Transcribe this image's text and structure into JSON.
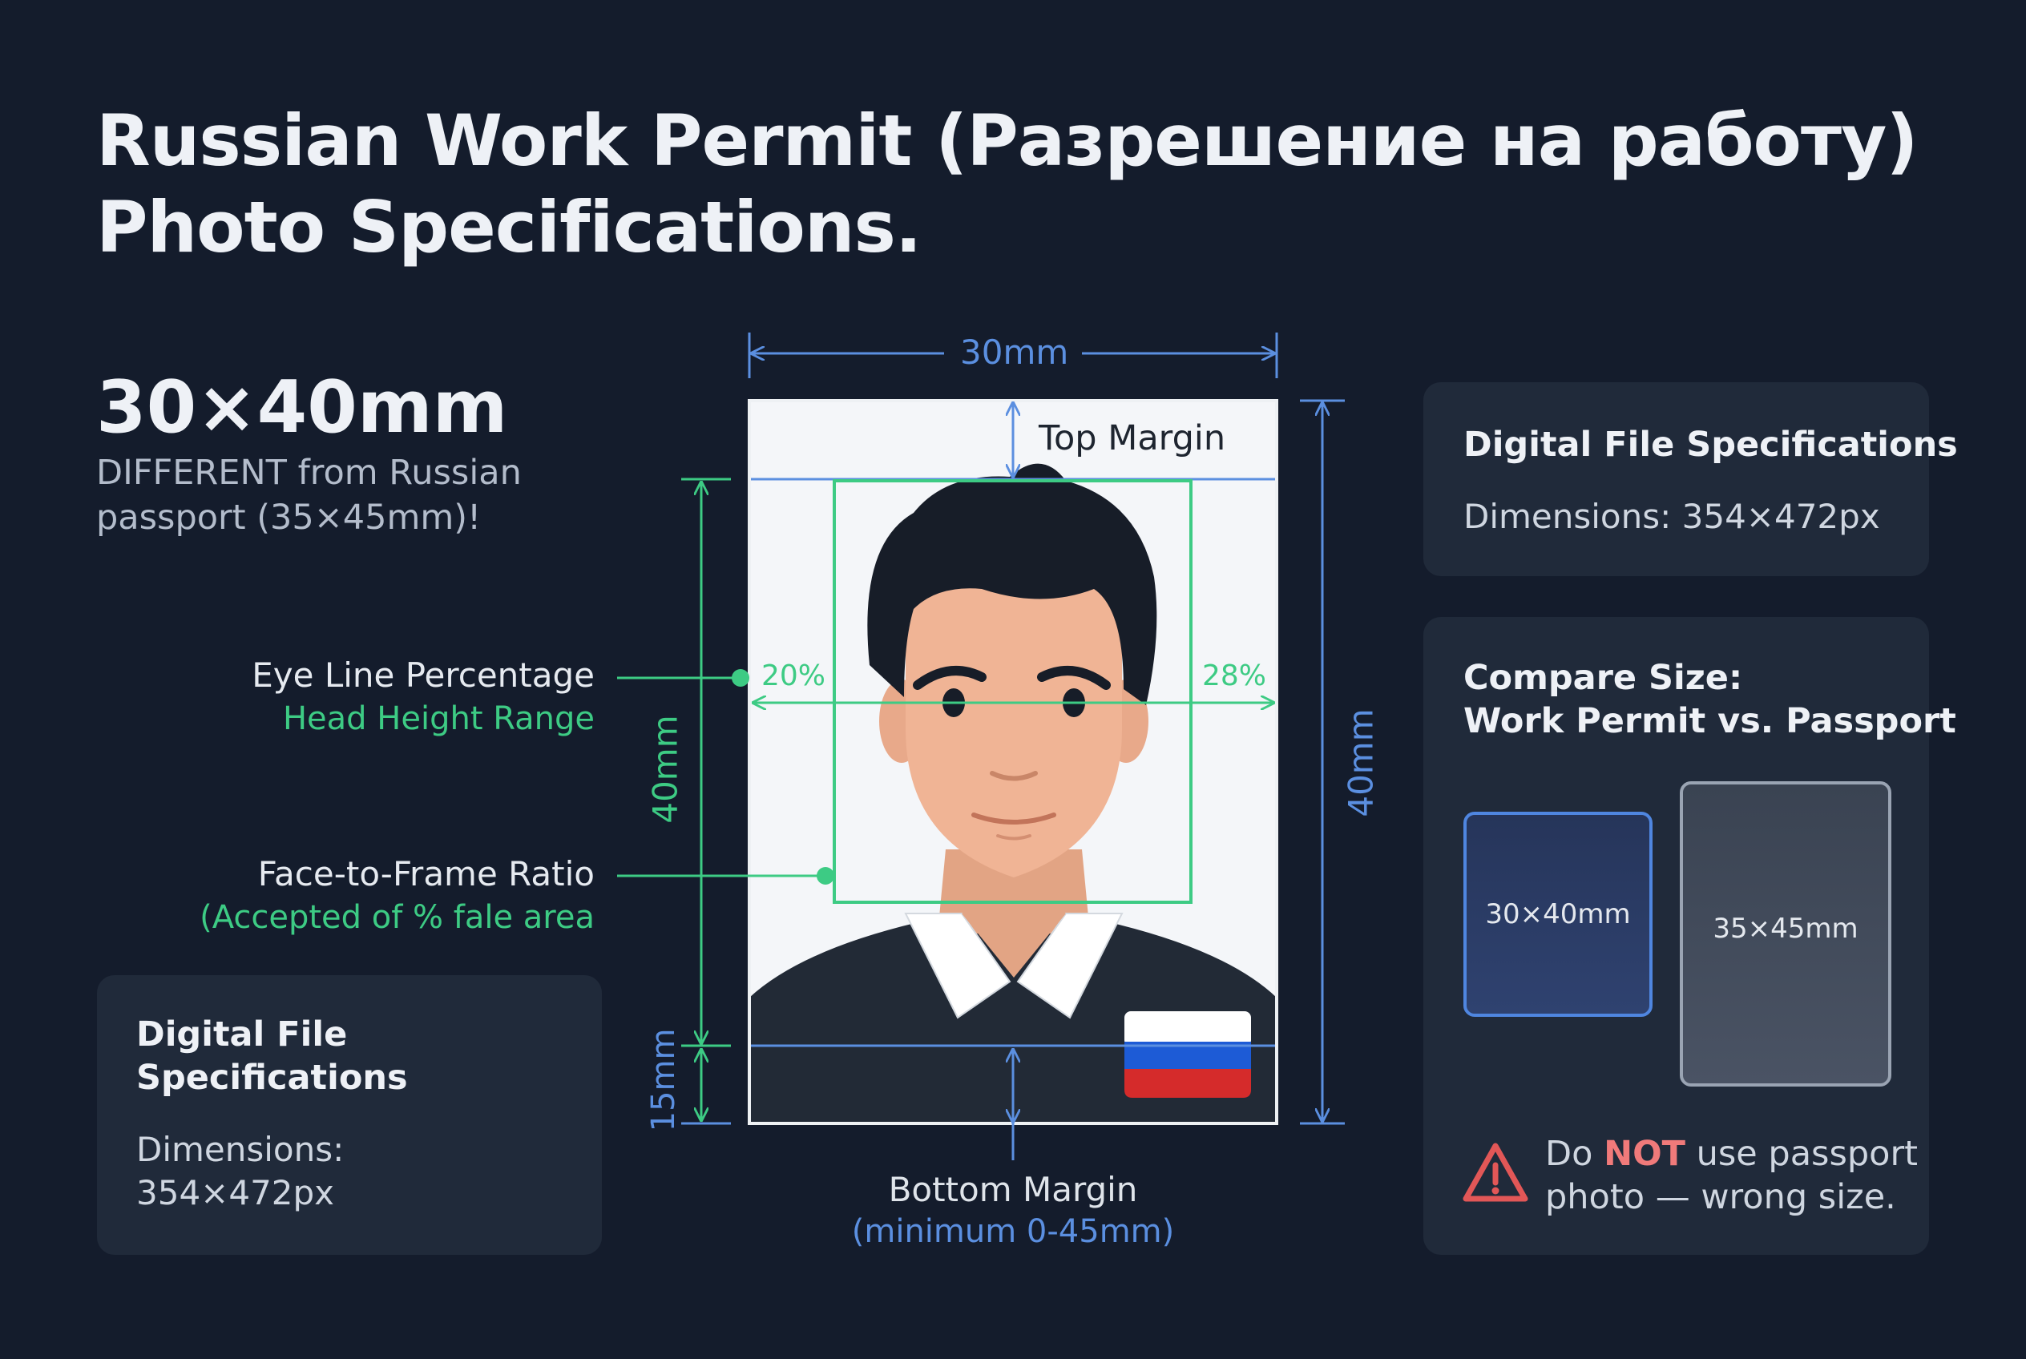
{
  "title": {
    "line1": "Russian Work Permit (Разрешение на работу)",
    "line2": "Photo Specifications."
  },
  "size": {
    "headline": "30×40mm",
    "note_line1": "DIFFERENT from Russian",
    "note_line2": "passport (35×45mm)!"
  },
  "labels": {
    "eye_line": "Eye Line Percentage",
    "head_range": "Head Height Range",
    "face_ratio": "Face-to-Frame Ratio",
    "face_ratio_sub": "(Accepted of % fale area"
  },
  "diagram": {
    "width_label": "30mm",
    "height_label_left": "40mm",
    "height_label_right": "40mm",
    "bottom_dim": "15mm",
    "top_margin": "Top Margin",
    "pct_left": "20%",
    "pct_right": "28%",
    "bottom_margin": "Bottom Margin",
    "bottom_margin_sub": "(minimum 0-45mm)"
  },
  "left_panel": {
    "heading_line1": "Digital File",
    "heading_line2": "Specifications",
    "text_line1": "Dimensions:",
    "text_line2": "354×472px"
  },
  "right_panel_top": {
    "heading": "Digital File Specifications",
    "text": "Dimensions: 354×472px"
  },
  "compare_panel": {
    "heading_line1": "Compare Size:",
    "heading_line2": "Work Permit vs. Passport",
    "work_permit": "30×40mm",
    "passport": "35×45mm",
    "warn_pre": "Do ",
    "warn_bold": "NOT",
    "warn_post": " use passport",
    "warn_line2": "photo — wrong size."
  },
  "colors": {
    "background": "#141c2c",
    "panel": "#202a3a",
    "green": "#3dcb84",
    "blue": "#5b8fe0",
    "warning": "#e25757"
  },
  "icons": [
    "warning-icon",
    "russian-flag"
  ]
}
